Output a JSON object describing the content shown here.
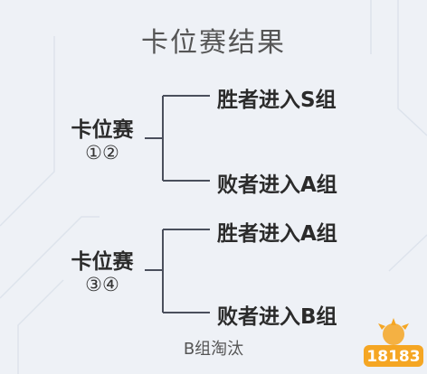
{
  "title": "卡位赛结果",
  "groups": [
    {
      "label": "卡位赛",
      "numbers": "①②",
      "winner": "胜者进入S组",
      "loser": "败者进入A组"
    },
    {
      "label": "卡位赛",
      "numbers": "③④",
      "winner": "胜者进入A组",
      "loser": "败者进入B组"
    }
  ],
  "footer": "B组淘汰",
  "logo_text": "18183",
  "colors": {
    "background": "#eef1f6",
    "line": "#4a4f5c",
    "accent_logo": "#f5a623"
  }
}
